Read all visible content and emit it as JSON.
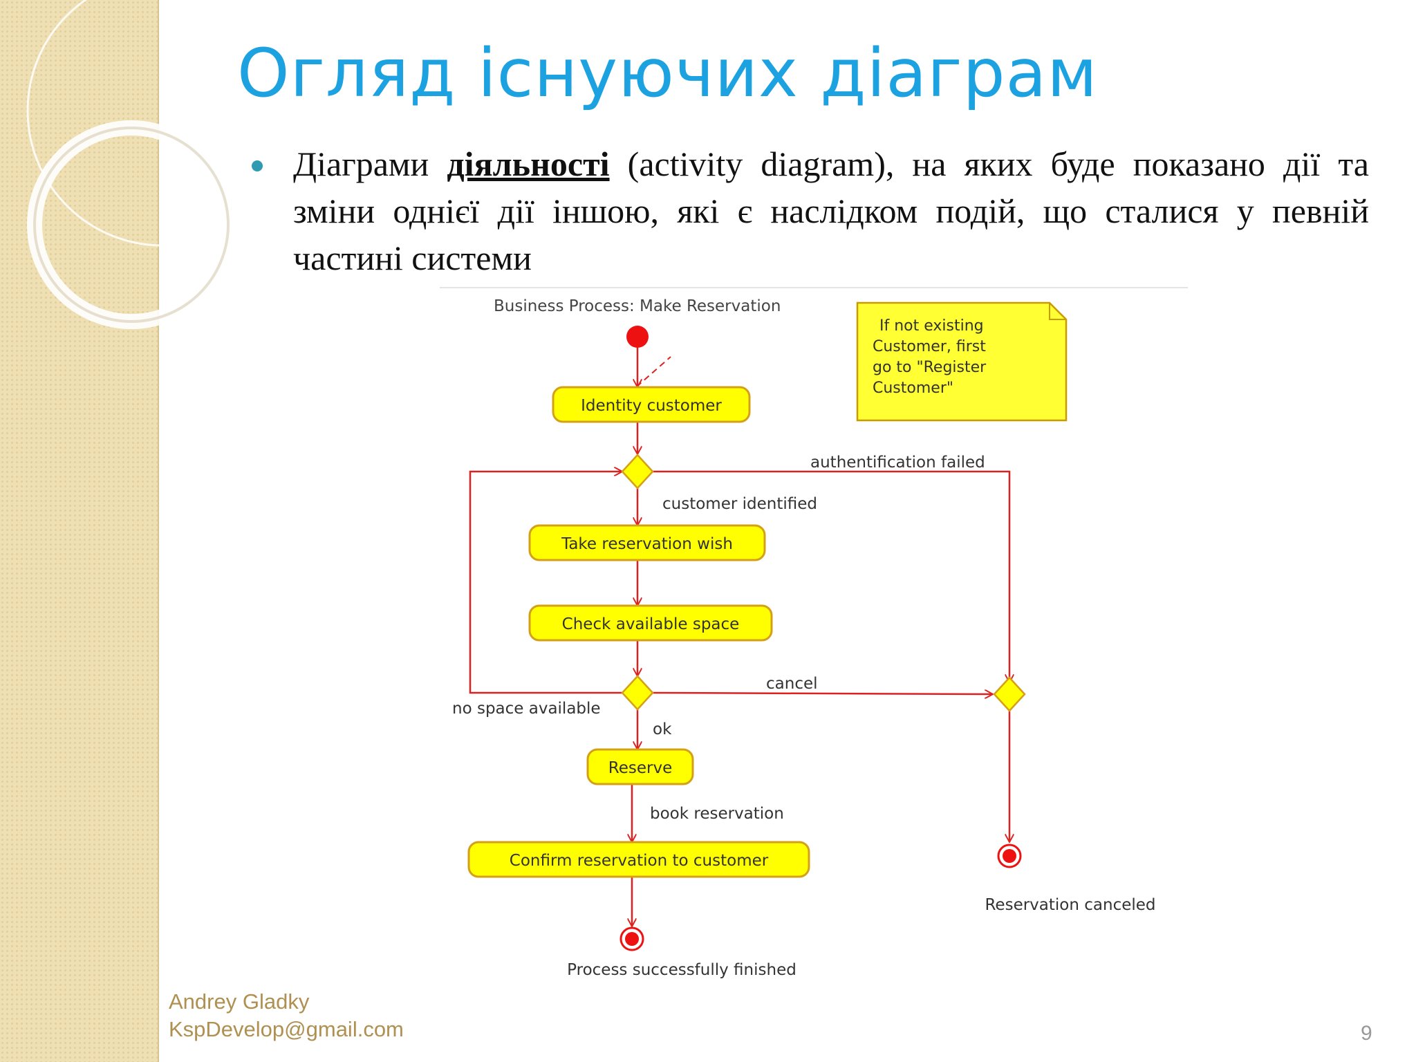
{
  "slide": {
    "title": "Огляд існуючих діаграм",
    "bullet": {
      "before": "Діаграми ",
      "keyword": "діяльності",
      "after": " (activity diagram), на яких буде показано дії та зміни однієї дії іншою, які є наслідком подій, що сталися у певній частині системи"
    },
    "footer": {
      "author": "Andrey Gladky",
      "email": "KspDevelop@gmail.com"
    },
    "page_number": "9"
  },
  "diagram": {
    "title": "Business Process: Make Reservation",
    "note_lines": [
      "If not existing",
      "Customer, first",
      "go to \"Register",
      "Customer\""
    ],
    "actions": {
      "identify": "Identity customer",
      "take": "Take reservation wish",
      "check": "Check available space",
      "reserve": "Reserve",
      "confirm": "Confirm reservation to customer"
    },
    "guards": {
      "auth_failed": "authentification failed",
      "identified": "customer identified",
      "cancel": "cancel",
      "no_space": "no space available",
      "ok": "ok",
      "book": "book reservation"
    },
    "finals": {
      "success": "Process successfully finished",
      "canceled": "Reservation canceled"
    },
    "colors": {
      "node_fill": "#ffff00",
      "node_border": "#d4a017",
      "flow": "#dd2020",
      "note_fill": "#ffff33"
    }
  }
}
